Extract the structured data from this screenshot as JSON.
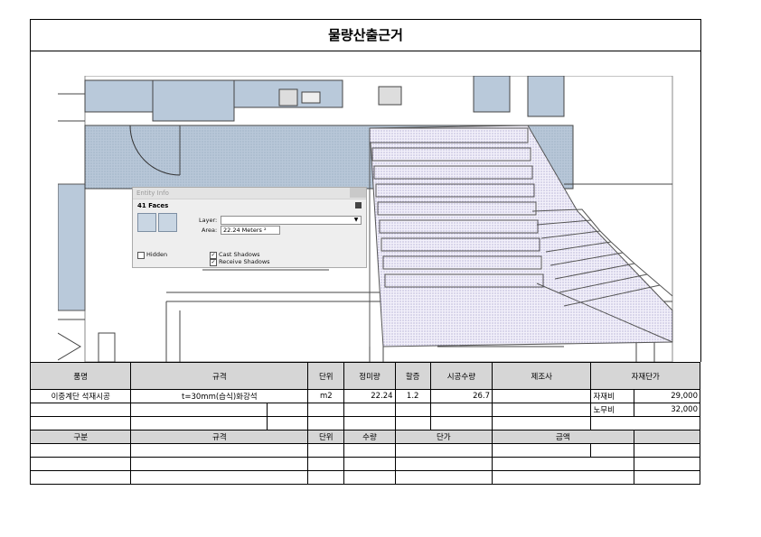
{
  "title": "물량산출근거",
  "entity_info": {
    "window_title": "Entity Info",
    "faces_label": "41 Faces",
    "layer_label": "Layer:",
    "layer_value": "",
    "area_label": "Area:",
    "area_value": "22.24 Meters ²",
    "hidden_label": "Hidden",
    "hidden_checked": false,
    "cast_shadows_label": "Cast Shadows",
    "cast_shadows_checked": true,
    "receive_shadows_label": "Receive Shadows",
    "receive_shadows_checked": true
  },
  "table1": {
    "headers": [
      "품명",
      "규격",
      "단위",
      "정미량",
      "할증",
      "시공수량",
      "제조사",
      "자재단가"
    ],
    "row1": {
      "name": "이중계단 석재시공",
      "spec": "t=30mm(습식)화강석",
      "unit": "m2",
      "net_qty": "22.24",
      "surcharge": "1.2",
      "qty": "26.7",
      "maker": "",
      "material_label": "자재비",
      "material_price": "29,000"
    },
    "row2": {
      "labor_label": "노무비",
      "labor_price": "32,000"
    }
  },
  "table2": {
    "headers": [
      "구분",
      "규격",
      "단위",
      "수량",
      "단가",
      "금액"
    ]
  }
}
